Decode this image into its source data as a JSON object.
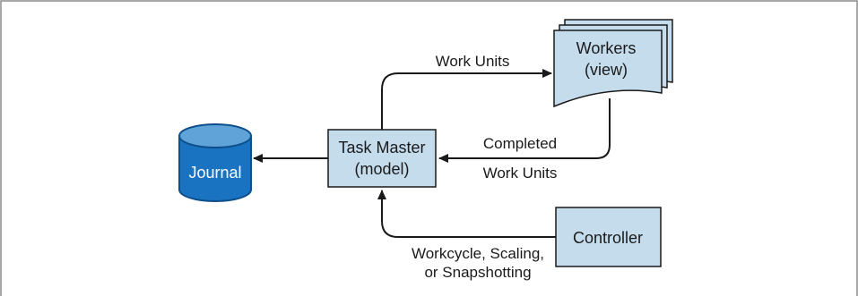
{
  "nodes": {
    "journal": {
      "label": "Journal"
    },
    "task_master": {
      "line1": "Task Master",
      "line2": "(model)"
    },
    "workers": {
      "line1": "Workers",
      "line2": "(view)"
    },
    "controller": {
      "label": "Controller"
    }
  },
  "edges": {
    "work_units": {
      "label": "Work Units"
    },
    "completed": {
      "line1": "Completed",
      "line2": "Work Units"
    },
    "workcycle": {
      "line1": "Workcycle, Scaling,",
      "line2": "or Snapshotting"
    }
  },
  "colors": {
    "box_fill": "#c5dced",
    "box_stroke": "#1a1a1a",
    "journal_fill": "#1a73c0",
    "journal_top": "#5fa3d8",
    "journal_stroke": "#0d4f8a",
    "frame": "#8a8a8a"
  }
}
